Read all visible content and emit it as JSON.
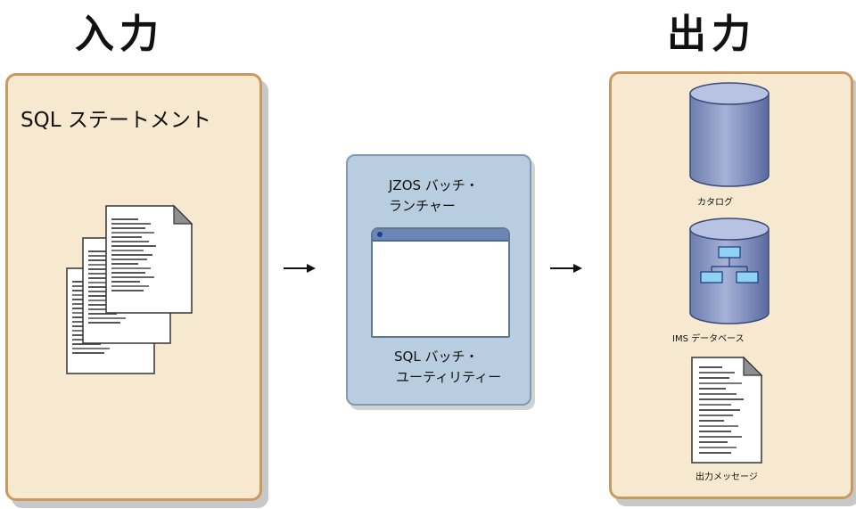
{
  "headings": {
    "input": "入力",
    "output": "出力"
  },
  "input_panel": {
    "title": "SQL ステートメント"
  },
  "utility": {
    "launcher_line1": "JZOS バッチ・",
    "launcher_line2": "ランチャー",
    "utility_line1": "SQL バッチ・",
    "utility_line2": "ユーティリティー"
  },
  "output_panel": {
    "catalog_label": "カタログ",
    "ims_label": "IMS データベース",
    "message_label": "出力メッセージ"
  },
  "colors": {
    "panel_fill": "#f6e9cf",
    "panel_border": "#c79a63",
    "utility_fill": "#b9cde0",
    "cylinder_blue": "#7f8fbf"
  },
  "icons": [
    "document-stack-icon",
    "arrow-right-icon",
    "app-window-icon",
    "database-icon",
    "ims-database-icon",
    "document-icon"
  ]
}
